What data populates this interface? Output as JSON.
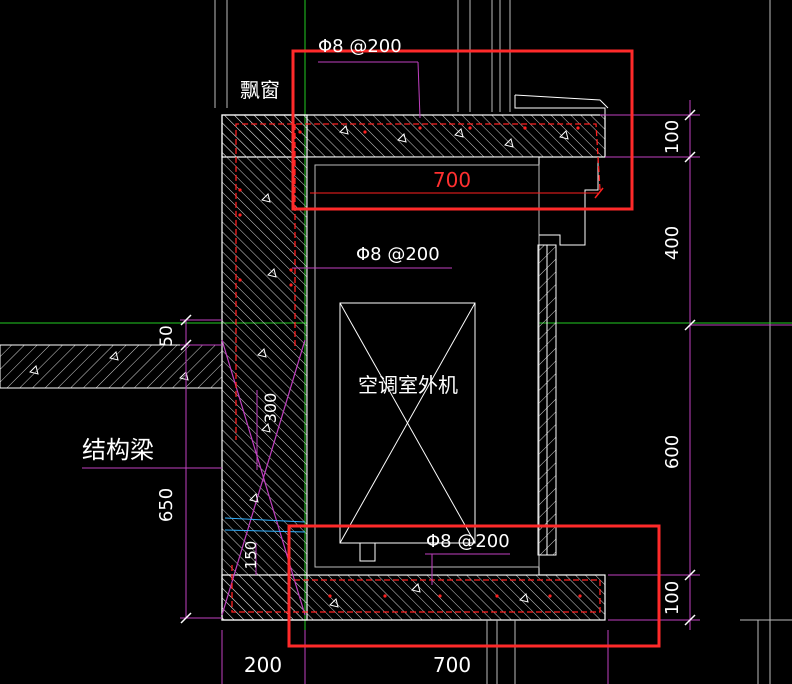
{
  "labels": {
    "bay_window": "飘窗",
    "structural_beam": "结构梁",
    "ac_unit": "空调室外机"
  },
  "rebar": {
    "top": "Φ8 @200",
    "side": "Φ8 @200",
    "bottom": "Φ8 @200"
  },
  "dimensions": {
    "width_top": "700",
    "width_bottom": "700",
    "left_bottom": "200",
    "right_100_top": "100",
    "right_400": "400",
    "right_600": "600",
    "right_100_bottom": "100",
    "left_50": "50",
    "left_650": "650",
    "inner_300": "300",
    "inner_150": "150"
  },
  "colors": {
    "background": "#000000",
    "outline": "#ffffff",
    "rebar": "#ff2020",
    "leader": "#c040c0",
    "highlight": "#ff2a2a",
    "grid": "#22cc22",
    "dim_text": "#ffffff"
  }
}
